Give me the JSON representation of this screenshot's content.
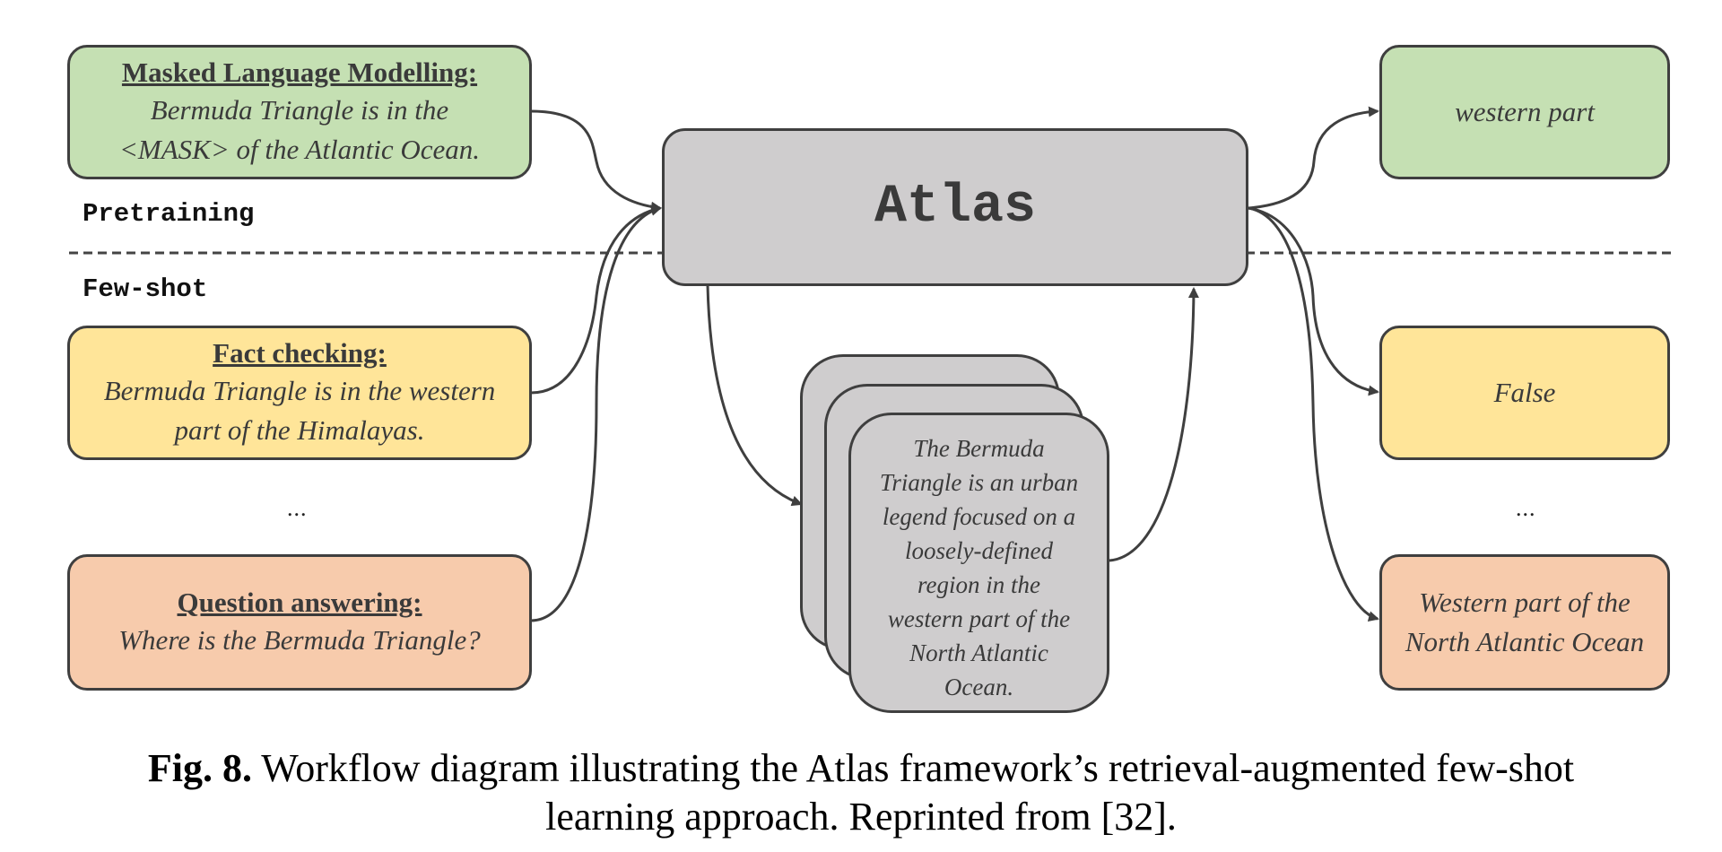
{
  "phases": {
    "pretraining": "Pretraining",
    "few_shot": "Few-shot"
  },
  "model": {
    "name": "Atlas"
  },
  "inputs": [
    {
      "task": "Masked Language Modelling:",
      "text_lines": [
        "Bermuda Triangle is in the",
        "<MASK> of the Atlantic Ocean."
      ]
    },
    {
      "task": "Fact checking:",
      "text_lines": [
        "Bermuda Triangle is in the western",
        "part of the Himalayas."
      ]
    },
    {
      "task": "Question answering:",
      "text_lines": [
        "Where is the Bermuda Triangle?"
      ]
    }
  ],
  "outputs": [
    {
      "text_lines": [
        "western part"
      ]
    },
    {
      "text_lines": [
        "False"
      ]
    },
    {
      "text_lines": [
        "Western part of the",
        "North Atlantic Ocean"
      ]
    }
  ],
  "ellipsis": "...",
  "retrieved_document": {
    "text_lines": [
      "The Bermuda",
      "Triangle is an urban",
      "legend focused on a",
      "loosely-defined",
      "region in the",
      "western part of the",
      "North Atlantic",
      "Ocean."
    ]
  },
  "caption": {
    "label": "Fig. 8.",
    "text_line1": " Workflow diagram illustrating the Atlas framework’s retrieval-augmented few-shot",
    "text_line2": "learning approach. Reprinted from [32]."
  },
  "colors": {
    "pretraining_task": "#c5e0b3",
    "fact_checking_task": "#ffe599",
    "question_answering_task": "#f7cbac",
    "model_and_documents": "#cfcdce",
    "stroke": "#3f3f3f"
  }
}
